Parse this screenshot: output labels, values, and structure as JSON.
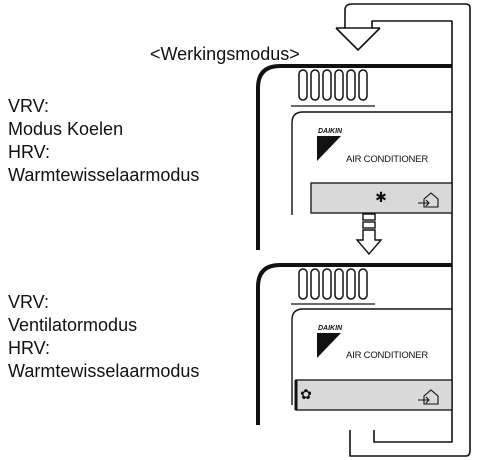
{
  "heading": "<Werkingsmodus>",
  "states": [
    {
      "lines": [
        "VRV:",
        "Modus Koelen",
        "HRV:",
        "Warmtewisselaarmodus"
      ],
      "mode_icon": "snowflake-icon",
      "vent_icon": "house-arrow-icon"
    },
    {
      "lines": [
        "VRV:",
        "Ventilatormodus",
        "HRV:",
        "Warmtewisselaarmodus"
      ],
      "mode_icon": "fan-icon",
      "vent_icon": "house-arrow-icon"
    }
  ],
  "controller": {
    "brand": "DAIKIN",
    "model": "AIR CONDITIONER"
  },
  "icons": {
    "snowflake": "✱",
    "fan": "✿"
  }
}
